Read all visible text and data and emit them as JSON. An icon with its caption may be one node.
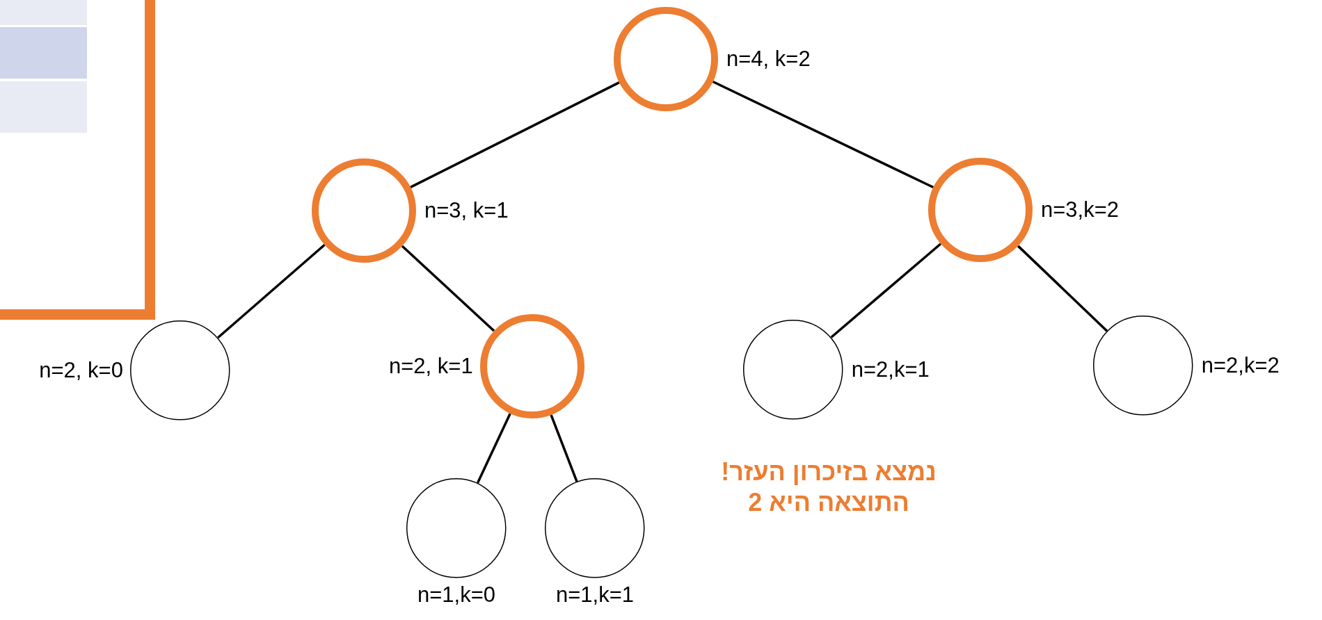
{
  "diagram": {
    "nodes": [
      {
        "text": [],
        "shape": "circle",
        "beside": [
          "n=4, k=2"
        ]
      },
      {
        "text": [],
        "shape": "circle",
        "beside": [
          "n=3, k=1"
        ]
      },
      {
        "text": [],
        "shape": "circle",
        "beside": [
          "n=3,k=2"
        ]
      },
      {
        "text": [],
        "shape": "circle",
        "beside": [
          "n=2, k=0"
        ]
      },
      {
        "text": [],
        "shape": "circle",
        "beside": [
          "n=2, k=1"
        ]
      },
      {
        "text": [],
        "shape": "circle",
        "beside": [
          "n=2,k=1"
        ]
      },
      {
        "text": [],
        "shape": "circle",
        "beside": [
          "n=2,k=2"
        ]
      },
      {
        "text": [],
        "shape": "circle",
        "beside": [
          "n=1,k=0"
        ]
      },
      {
        "text": [],
        "shape": "circle",
        "beside": [
          "n=1,k=1"
        ]
      }
    ],
    "edges": [
      {
        "from": 0,
        "to": 1,
        "arrow": "none"
      },
      {
        "from": 0,
        "to": 2,
        "arrow": "none"
      },
      {
        "from": 1,
        "to": 3,
        "arrow": "none"
      },
      {
        "from": 1,
        "to": 4,
        "arrow": "none"
      },
      {
        "from": 2,
        "to": 5,
        "arrow": "none"
      },
      {
        "from": 2,
        "to": 6,
        "arrow": "none"
      },
      {
        "from": 4,
        "to": 7,
        "arrow": "none"
      },
      {
        "from": 4,
        "to": 8,
        "arrow": "none"
      }
    ],
    "labels": [
      "נמצא בזיכרון העזר! התוצאה היא 2"
    ]
  }
}
